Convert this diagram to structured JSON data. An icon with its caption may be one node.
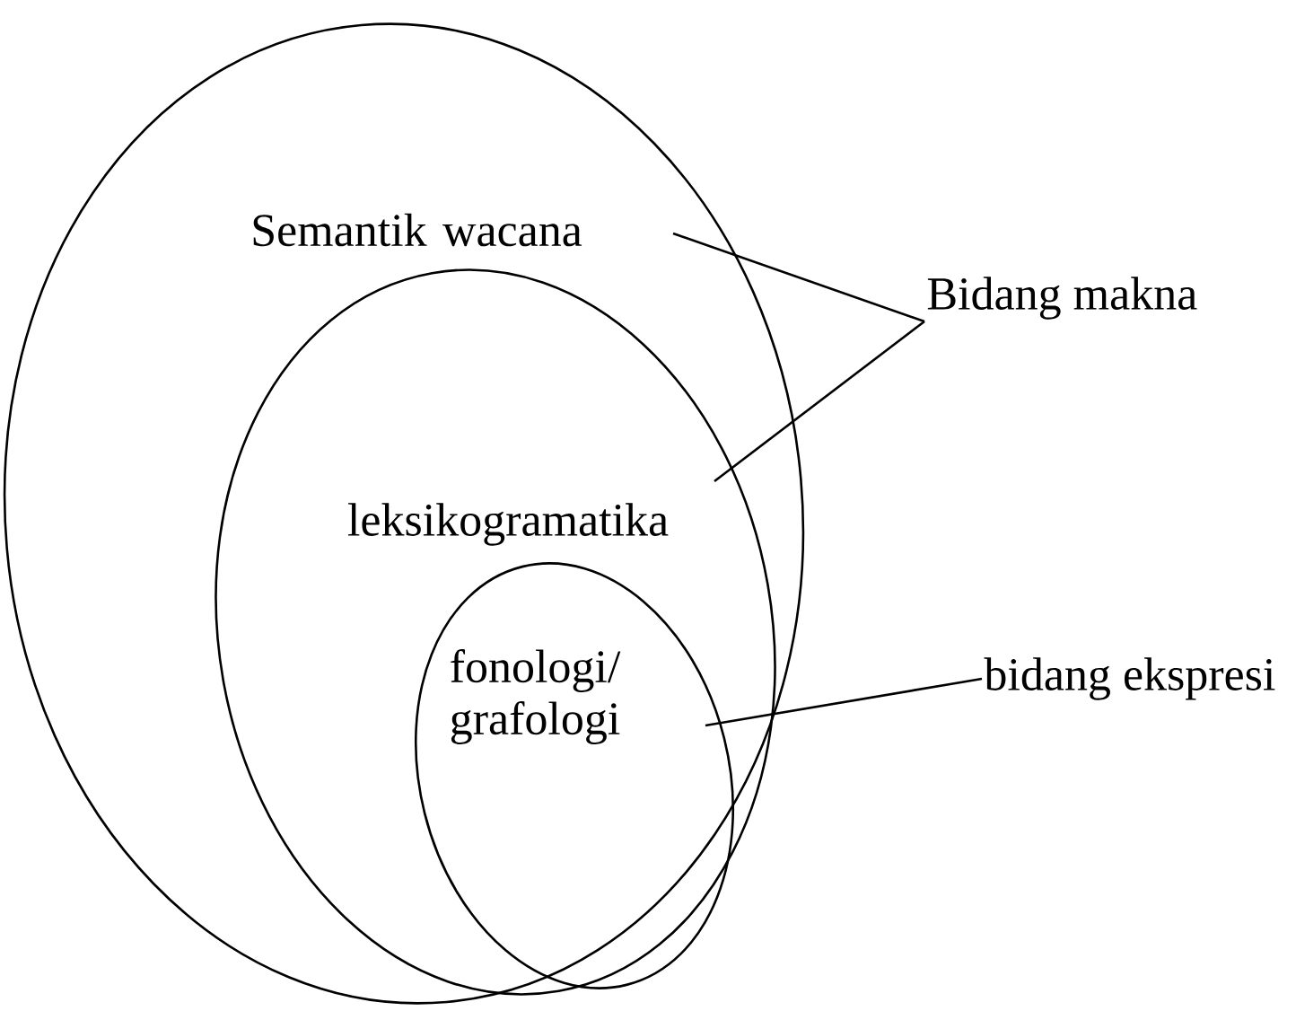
{
  "diagram": {
    "nodes": [
      {
        "text": [
          "Semantik wacana"
        ]
      },
      {
        "text": [
          "leksikogramatika"
        ],
        "in": 0
      },
      {
        "text": [
          "fonologi/ grafologi"
        ],
        "in": 1
      },
      {
        "text": [
          "Bidang makna"
        ]
      },
      {
        "text": [
          "bidang ekspresi"
        ]
      }
    ],
    "edges": [
      {
        "from": 3,
        "to": 0,
        "arrow": "none"
      },
      {
        "from": 3,
        "to": 1,
        "arrow": "none"
      },
      {
        "from": 4,
        "to": 2,
        "arrow": "none"
      }
    ]
  }
}
